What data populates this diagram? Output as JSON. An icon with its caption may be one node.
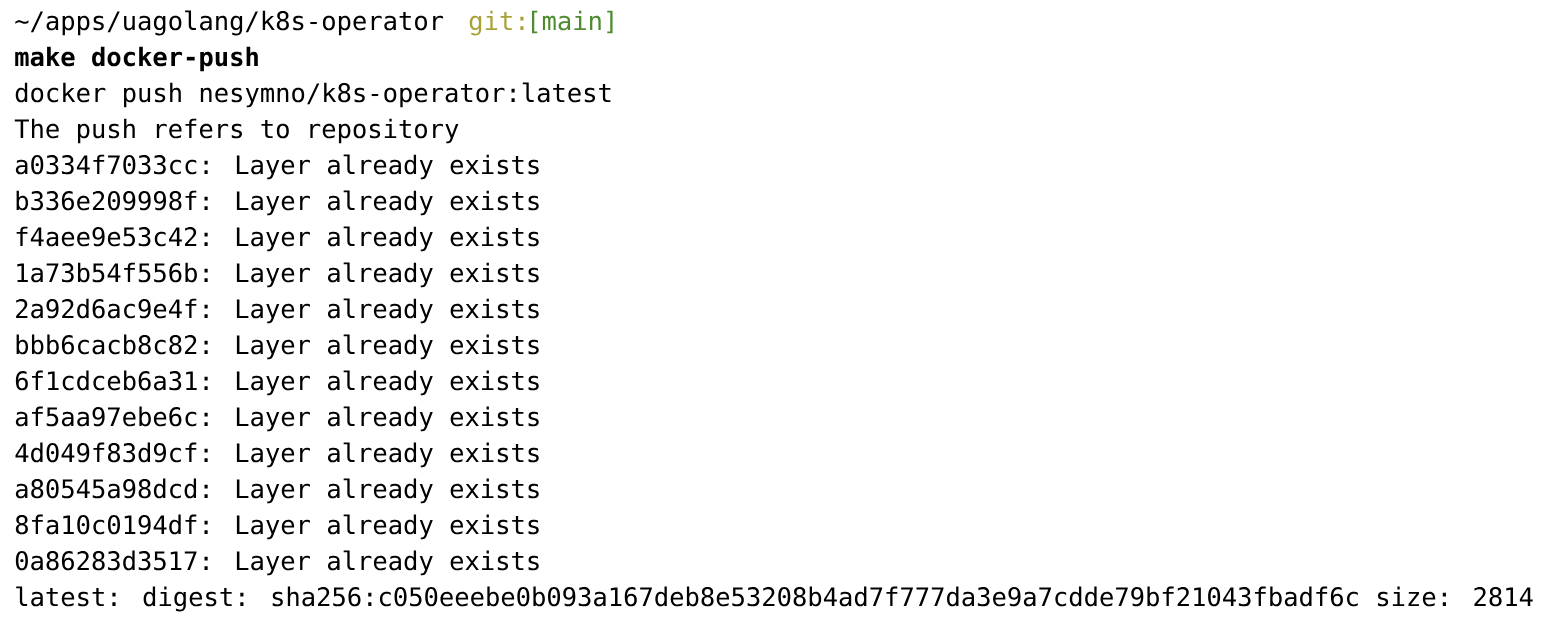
{
  "diagram": {
    "labels": [
      "~/apps/uagolang/k8s-operator",
      "git:",
      "[main]",
      "make docker-push",
      "docker push nesymno/k8s-operator:latest",
      "The push refers to repository",
      "a0334f7033cc: Layer already exists",
      "b336e209998f: Layer already exists",
      "f4aee9e53c42: Layer already exists",
      "1a73b54f556b: Layer already exists",
      "2a92d6ac9e4f: Layer already exists",
      "bbb6cacb8c82: Layer already exists",
      "6f1cdceb6a31: Layer already exists",
      "af5aa97ebe6c: Layer already exists",
      "4d049f83d9cf: Layer already exists",
      "a80545a98dcd: Layer already exists",
      "8fa10c0194df: Layer already exists",
      "0a86283d3517: Layer already exists",
      "latest: digest: sha256:c050eeebe0b093a167deb8e53208b4ad7f777da3e9a7cdde79bf21043fbadf6c size: 2814"
    ]
  }
}
